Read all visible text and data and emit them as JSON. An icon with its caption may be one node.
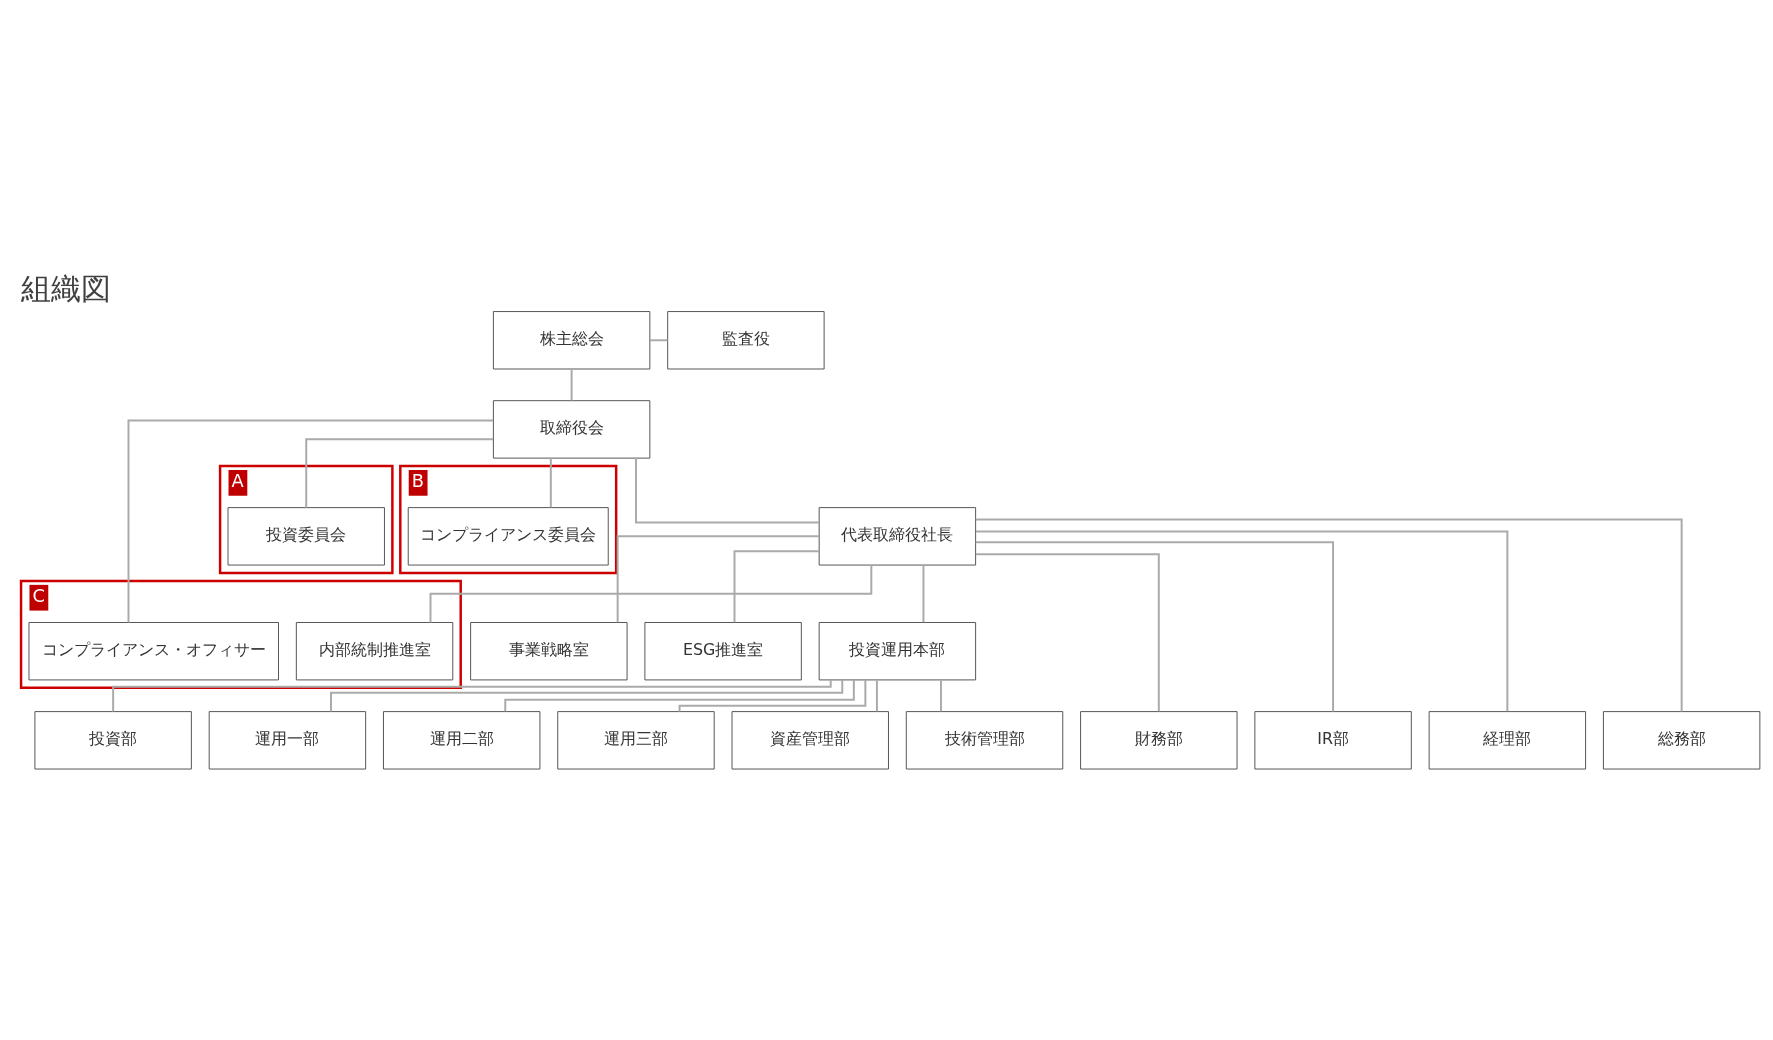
{
  "diagram": {
    "title": "組織図",
    "nodes": [
      {
        "text": [
          "株主総会"
        ]
      },
      {
        "text": [
          "監査役"
        ]
      },
      {
        "text": [
          "取締役会"
        ]
      },
      {
        "text": [
          "A"
        ]
      },
      {
        "text": [
          "投資委員会"
        ],
        "in": 3
      },
      {
        "text": [
          "B"
        ]
      },
      {
        "text": [
          "コンプライアンス委員会"
        ],
        "in": 5
      },
      {
        "text": [
          "C"
        ]
      },
      {
        "text": [
          "コンプライアンス・オフィサー"
        ],
        "in": 7
      },
      {
        "text": [
          "内部統制推進室"
        ],
        "in": 7
      },
      {
        "text": [
          "代表取締役社長"
        ]
      },
      {
        "text": [
          "事業戦略室"
        ]
      },
      {
        "text": [
          "ESG推進室"
        ]
      },
      {
        "text": [
          "投資運用本部"
        ]
      },
      {
        "text": [
          "投資部"
        ]
      },
      {
        "text": [
          "運用一部"
        ]
      },
      {
        "text": [
          "運用二部"
        ]
      },
      {
        "text": [
          "運用三部"
        ]
      },
      {
        "text": [
          "資産管理部"
        ]
      },
      {
        "text": [
          "技術管理部"
        ]
      },
      {
        "text": [
          "財務部"
        ]
      },
      {
        "text": [
          "IR部"
        ]
      },
      {
        "text": [
          "経理部"
        ]
      },
      {
        "text": [
          "総務部"
        ]
      }
    ],
    "edges": [
      {
        "from": 0,
        "to": 2,
        "arrow": "none"
      },
      {
        "from": 0,
        "to": 1,
        "arrow": "none"
      },
      {
        "from": 2,
        "to": 4,
        "arrow": "none"
      },
      {
        "from": 2,
        "to": 6,
        "arrow": "none"
      },
      {
        "from": 2,
        "to": 8,
        "arrow": "none"
      },
      {
        "from": 2,
        "to": 10,
        "arrow": "none"
      },
      {
        "from": 10,
        "to": 9,
        "arrow": "none"
      },
      {
        "from": 10,
        "to": 11,
        "arrow": "none"
      },
      {
        "from": 10,
        "to": 12,
        "arrow": "none"
      },
      {
        "from": 10,
        "to": 13,
        "arrow": "none"
      },
      {
        "from": 10,
        "to": 20,
        "arrow": "none"
      },
      {
        "from": 10,
        "to": 21,
        "arrow": "none"
      },
      {
        "from": 10,
        "to": 22,
        "arrow": "none"
      },
      {
        "from": 10,
        "to": 23,
        "arrow": "none"
      },
      {
        "from": 13,
        "to": 14,
        "arrow": "none"
      },
      {
        "from": 13,
        "to": 15,
        "arrow": "none"
      },
      {
        "from": 13,
        "to": 16,
        "arrow": "none"
      },
      {
        "from": 13,
        "to": 17,
        "arrow": "none"
      },
      {
        "from": 13,
        "to": 18,
        "arrow": "none"
      },
      {
        "from": 13,
        "to": 19,
        "arrow": "none"
      }
    ]
  }
}
